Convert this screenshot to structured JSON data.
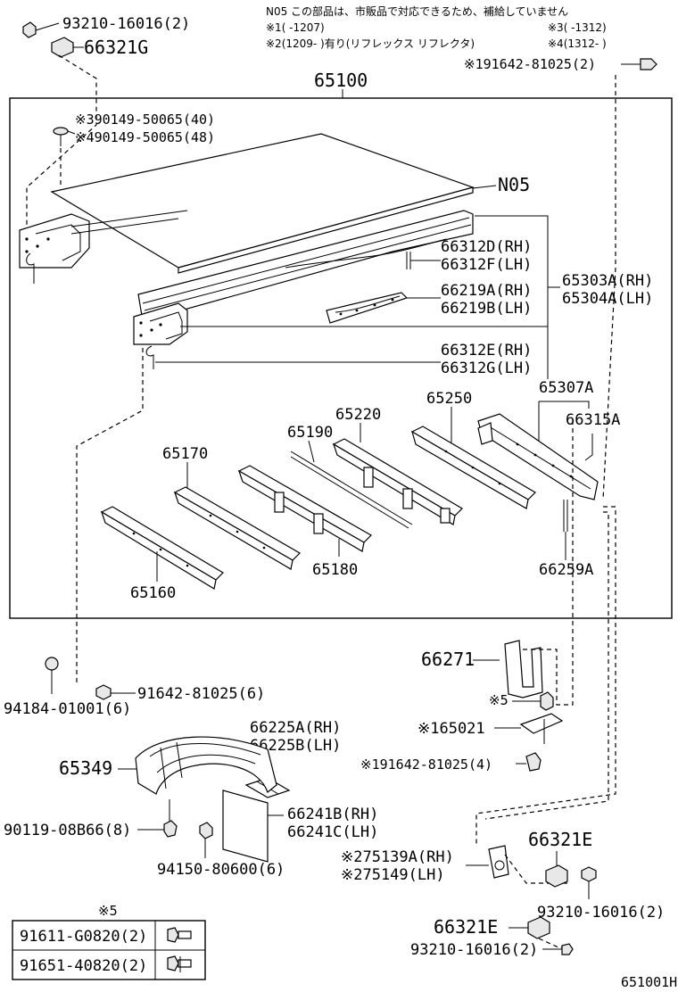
{
  "notes": {
    "n05": "N05 この部品は、市販品で対応できるため、補給していません",
    "n1": "※1(      -1207)",
    "n2": "※2(1209-      )有り(リフレックス リフレクタ)",
    "n3": "※3(      -1312)",
    "n4": "※4(1312-      )"
  },
  "labels": {
    "p93210_top": "93210-16016(2)",
    "p66321G": "66321G",
    "p91642_top": "※191642-81025(2)",
    "p65100": "65100",
    "p90149_a": "※390149-50065(40)",
    "p90149_b": "※490149-50065(48)",
    "pN05": "N05",
    "p66312D": "66312D(RH)",
    "p66312F": "66312F(LH)",
    "p66219A": "66219A(RH)",
    "p66219B": "66219B(LH)",
    "p65303A": "65303A(RH)",
    "p65304A": "65304A(LH)",
    "p66312E": "66312E(RH)",
    "p66312G": "66312G(LH)",
    "p65307A": "65307A",
    "p66315A": "66315A",
    "p65250": "65250",
    "p65220": "65220",
    "p65190": "65190",
    "p65170": "65170",
    "p65180": "65180",
    "p65160": "65160",
    "p66259A": "66259A",
    "p66271": "66271",
    "p94184": "94184-01001(6)",
    "p91642_mid": "91642-81025(6)",
    "p5mark": "※5",
    "p65021": "※165021",
    "p91642_low": "※191642-81025(4)",
    "p66225A": "66225A(RH)",
    "p66225B": "66225B(LH)",
    "p65349": "65349",
    "p66241B": "66241B(RH)",
    "p66241C": "66241C(LH)",
    "p90119": "90119-08B66(8)",
    "p94150": "94150-80600(6)",
    "p75139A": "※275139A(RH)",
    "p75149": "※275149(LH)",
    "p66321E_a": "66321E",
    "p93210_mid": "93210-16016(2)",
    "p66321E_b": "66321E",
    "p93210_low": "93210-16016(2)",
    "code": "651001H"
  },
  "table": {
    "title": "※5",
    "rows": [
      "91611-G0820(2)",
      "91651-40820(2)"
    ]
  }
}
